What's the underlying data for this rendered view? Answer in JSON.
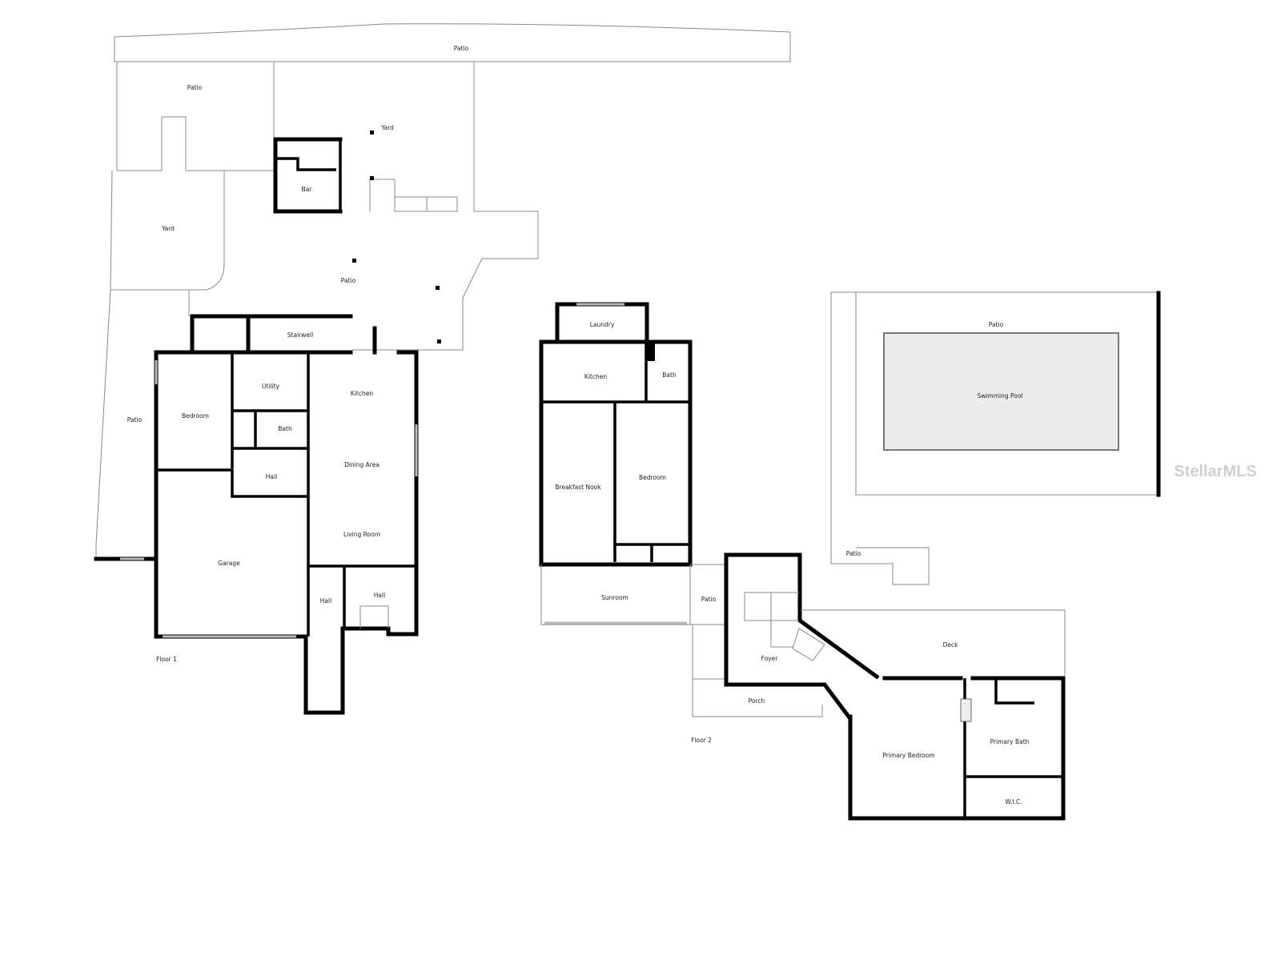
{
  "floor1": {
    "label": "Floor 1",
    "rooms": {
      "patio_top": "Patio",
      "patio_nw": "Patio",
      "yard_n": "Yard",
      "bar": "Bar",
      "yard_w": "Yard",
      "patio_center": "Patio",
      "stairwell": "Stairwell",
      "utility": "Utility",
      "kitchen": "Kitchen",
      "bedroom": "Bedroom",
      "patio_w": "Patio",
      "bath": "Bath",
      "dining": "Dining Area",
      "hall1": "Hall",
      "living": "Living Room",
      "garage": "Garage",
      "hall2": "Hall",
      "hall3": "Hall"
    }
  },
  "floor2": {
    "label": "Floor 2",
    "rooms": {
      "laundry": "Laundry",
      "kitchen": "Kitchen",
      "bath": "Bath",
      "breakfast": "Breakfast Nook",
      "bedroom": "Bedroom",
      "sunroom": "Sunroom",
      "patio_mid": "Patio",
      "foyer": "Foyer",
      "deck": "Deck",
      "porch": "Porch",
      "primary_bedroom": "Primary Bedroom",
      "primary_bath": "Primary Bath",
      "wic": "W.I.C.",
      "patio_pool": "Patio",
      "pool": "Swimming Pool",
      "patio_se": "Patio"
    }
  },
  "watermark": "StellarMLS"
}
